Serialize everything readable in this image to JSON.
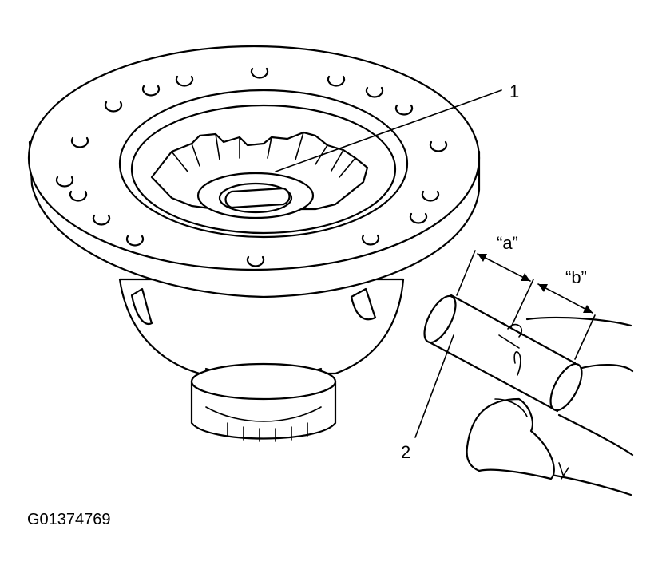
{
  "callouts": {
    "part_1": "1",
    "part_2": "2",
    "dim_a": "“a”",
    "dim_b": "“b”"
  },
  "figure_code": "G01374769"
}
